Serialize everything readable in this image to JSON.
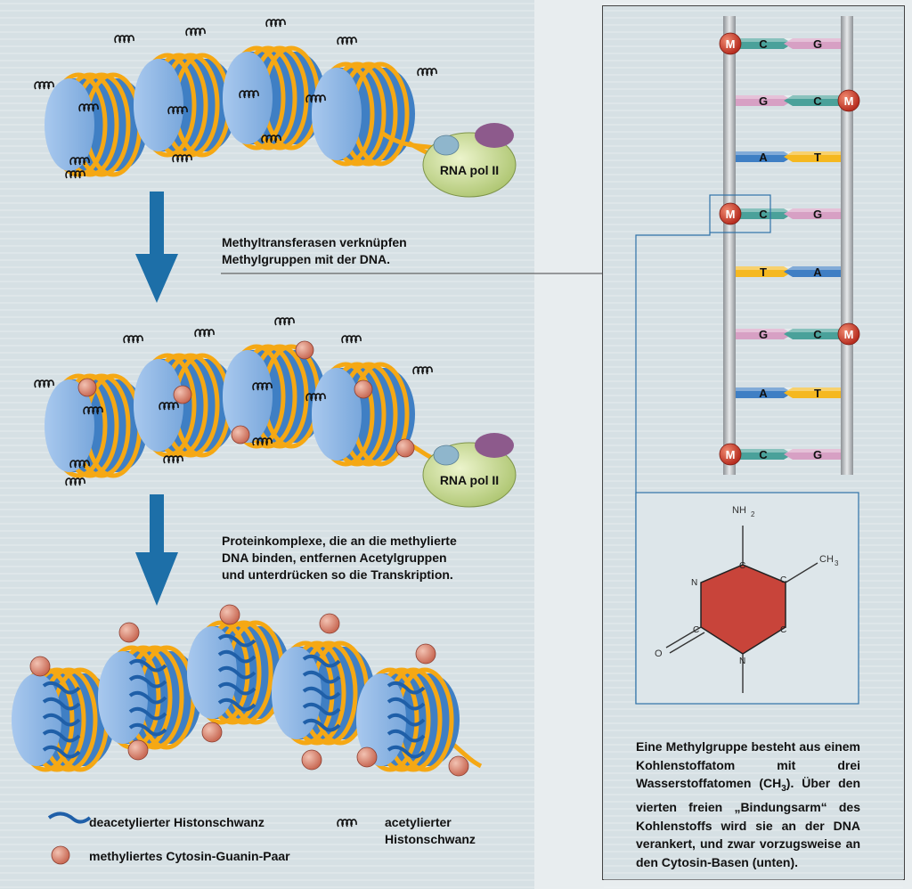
{
  "colors": {
    "nucleosome": "#7aaee0",
    "nucleosome_dark": "#3f7fc4",
    "dna_strand": "#f5a814",
    "methyl": "#c96a55",
    "arrow": "#1d6fa8",
    "rna_pol_body": "#cfe0a0",
    "rna_pol_cap": "#8d5a8c",
    "rna_pol_small": "#8fb6cc",
    "methyl_label": "#cc3a2a",
    "base_c": "#4aa19a",
    "base_g": "#d7a0c4",
    "base_a": "#3f7fc4",
    "base_t": "#f5b820",
    "ring": "#c8443a"
  },
  "labels": {
    "rna_pol_1": "RNA pol II",
    "rna_pol_2": "RNA pol II",
    "step1_line1": "Methyltransferasen verknüpfen",
    "step1_line2": "Methylgruppen mit der DNA.",
    "step2_line1": "Proteinkomplexe, die an die methylierte",
    "step2_line2": "DNA binden, entfernen Acetylgruppen",
    "step2_line3": "und unterdrücken so die Transkription."
  },
  "legend": {
    "deacetylated": "deacetylierter Histonschwanz",
    "methylated": "methyliertes Cytosin-Guanin-Paar",
    "acetylated_line1": "acetylierter",
    "acetylated_line2": "Histonschwanz"
  },
  "ladder": {
    "methyl_mark": "M",
    "rows": [
      {
        "left": "C",
        "right": "G",
        "methyl_side": "left"
      },
      {
        "left": "G",
        "right": "C",
        "methyl_side": "right"
      },
      {
        "left": "A",
        "right": "T",
        "methyl_side": "none"
      },
      {
        "left": "C",
        "right": "G",
        "methyl_side": "left"
      },
      {
        "left": "T",
        "right": "A",
        "methyl_side": "none"
      },
      {
        "left": "G",
        "right": "C",
        "methyl_side": "right"
      },
      {
        "left": "A",
        "right": "T",
        "methyl_side": "none"
      },
      {
        "left": "C",
        "right": "G",
        "methyl_side": "left"
      }
    ]
  },
  "molecule": {
    "nh2": "NH",
    "nh2_sub": "2",
    "ch3": "CH",
    "ch3_sub": "3",
    "atom_c_top": "C",
    "atom_c_right_top": "C",
    "atom_c_right_bottom": "C",
    "atom_n_bottom": "N",
    "atom_c_left_bottom": "C",
    "atom_n_left": "N",
    "atom_o": "O"
  },
  "caption": {
    "text_before_sub": "Eine Methylgruppe besteht aus einem Kohlenstoffatom mit drei Wasserstoffatomen (CH",
    "sub": "3",
    "text_after_sub": "). Über den vierten freien „Bindungsarm“ des Kohlenstoffs wird sie an der DNA verankert, und zwar vorzugsweise an den Cytosin-Basen (unten)."
  }
}
